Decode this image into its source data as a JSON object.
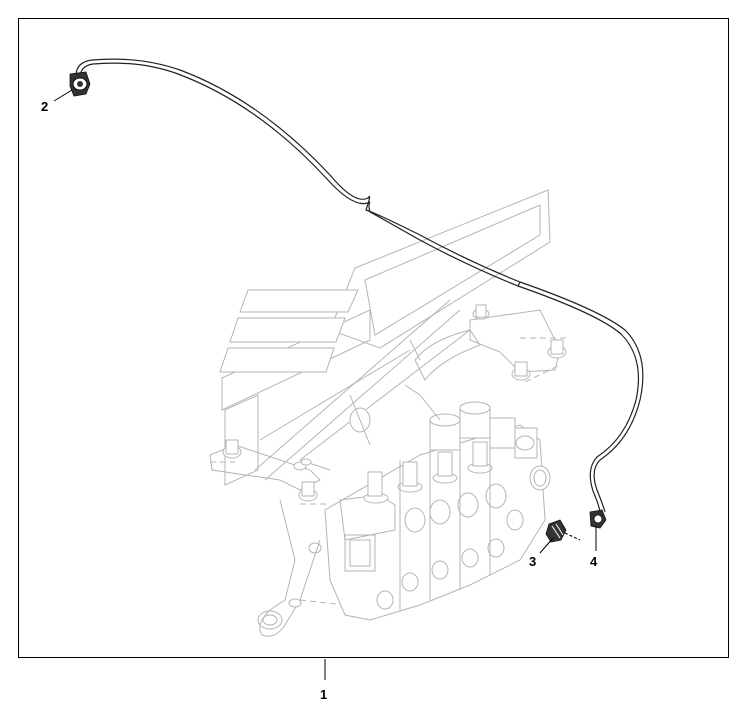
{
  "diagram": {
    "callouts": [
      {
        "id": "1",
        "label": "1"
      },
      {
        "id": "2",
        "label": "2"
      },
      {
        "id": "3",
        "label": "3"
      },
      {
        "id": "4",
        "label": "4"
      }
    ]
  },
  "colors": {
    "frame": "#000000",
    "ghost_parts": "#b5b5b5",
    "hose": "#222222",
    "background": "#ffffff"
  }
}
